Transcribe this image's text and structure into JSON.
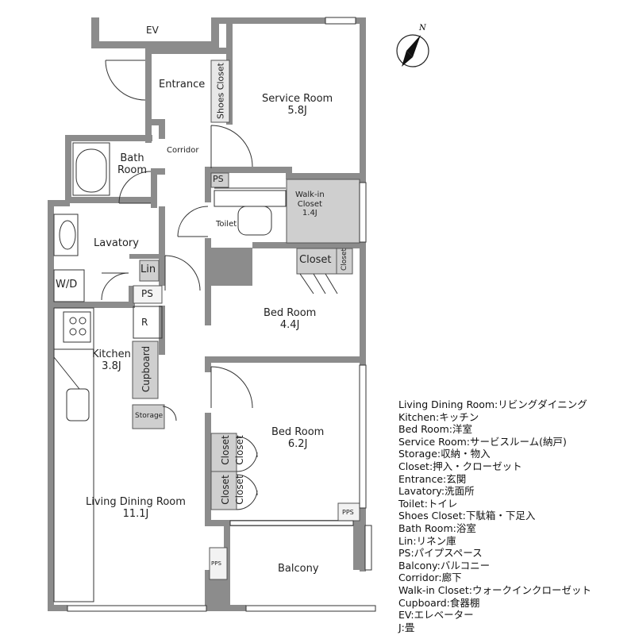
{
  "rooms": {
    "ev": "EV",
    "entrance": "Entrance",
    "shoes_closet": "Shoes Closet",
    "service_room": "Service Room",
    "service_room_size": "5.8J",
    "corridor": "Corridor",
    "bath_room_1": "Bath",
    "bath_room_2": "Room",
    "ps1": "PS",
    "walkin_1": "Walk-in",
    "walkin_2": "Closet",
    "walkin_size": "1.4J",
    "toilet": "Toilet",
    "lavatory": "Lavatory",
    "lin": "Lin",
    "closet": "Closet",
    "closet_small": "Closet",
    "wd": "W/D",
    "ps2": "PS",
    "bed_room_1": "Bed Room",
    "bed_room_1_size": "4.4J",
    "r": "R",
    "kitchen": "Kitchen",
    "kitchen_size": "3.8J",
    "cupboard": "Cupboard",
    "storage": "Storage",
    "bed_room_2": "Bed Room",
    "bed_room_2_size": "6.2J",
    "closet_a": "Closet",
    "closet_b": "Closet",
    "closet_c": "Closet",
    "closet_d": "Closet",
    "pps1": "PPS",
    "living": "Living Dining Room",
    "living_size": "11.1J",
    "pps2": "PPS",
    "balcony": "Balcony"
  },
  "north_label": "N",
  "legend": [
    "Living Dining Room:リビングダイニング",
    "Kitchen:キッチン",
    "Bed Room:洋室",
    "Service Room:サービスルーム(納戸)",
    "Storage:収納・物入",
    "Closet:押入・クローゼット",
    "Entrance:玄関",
    "Lavatory:洗面所",
    "Toilet:トイレ",
    "Shoes Closet:下駄箱・下足入",
    "Bath Room:浴室",
    "Lin:リネン庫",
    "PS:パイプスペース",
    "Balcony:バルコニー",
    "Corridor:廊下",
    "Walk-in Closet:ウォークインクローゼット",
    "Cupboard:食器棚",
    "EV:エレベーター",
    "J:畳"
  ],
  "colors": {
    "wall": "#8c8c8c",
    "closet_fill": "#cfcfcf",
    "line": "#333333"
  }
}
